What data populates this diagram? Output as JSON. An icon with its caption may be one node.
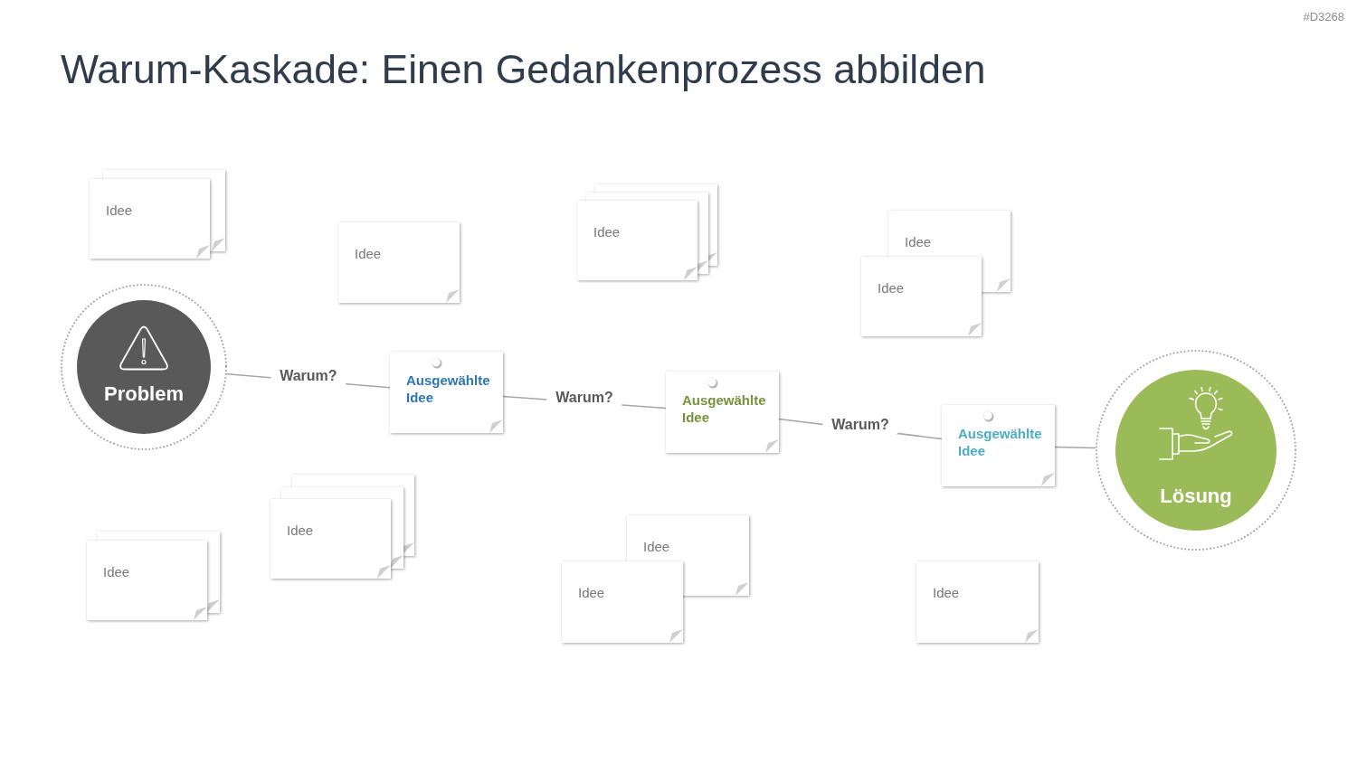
{
  "diagram": {
    "title": "Warum-Kaskade: Einen Gedankenprozess abbilden",
    "nodes": [
      {
        "text": [],
        "shape": "box"
      },
      {
        "text": [
          "Idee"
        ]
      },
      {
        "text": [
          "Idee"
        ]
      },
      {
        "text": [],
        "shape": "box"
      },
      {
        "text": [],
        "shape": "box"
      },
      {
        "text": [
          "Idee"
        ]
      },
      {
        "text": [
          "Idee"
        ]
      },
      {
        "text": [
          "Idee"
        ]
      },
      {
        "text": [
          "Problem"
        ]
      },
      {
        "text": [
          "Ausgewählte Idee"
        ]
      },
      {
        "text": [
          "Ausgewählte Idee"
        ]
      },
      {
        "text": [
          "Ausgewählte Idee"
        ]
      },
      {
        "text": [
          "Lösung"
        ]
      },
      {
        "text": [],
        "shape": "box"
      },
      {
        "text": [
          "Idee"
        ]
      },
      {
        "text": [],
        "shape": "box"
      },
      {
        "text": [],
        "shape": "box"
      },
      {
        "text": [
          "Idee"
        ]
      },
      {
        "text": [
          "Idee"
        ]
      },
      {
        "text": [
          "Idee"
        ]
      },
      {
        "text": [
          "Idee"
        ]
      }
    ],
    "edges": [
      {
        "from": 8,
        "to": 9,
        "arrow": "none",
        "label": "Warum?"
      },
      {
        "from": 9,
        "to": 10,
        "arrow": "none",
        "label": "Warum?"
      },
      {
        "from": 10,
        "to": 11,
        "arrow": "none",
        "label": "Warum?"
      },
      {
        "from": 11,
        "to": 12,
        "arrow": "none"
      }
    ],
    "labels": [
      "#D3268"
    ]
  }
}
